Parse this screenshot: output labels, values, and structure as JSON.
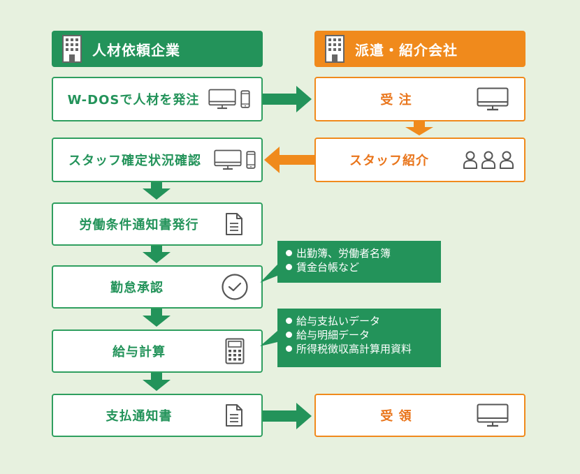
{
  "headers": {
    "client": "人材依頼企業",
    "agency": "派遣・紹介会社"
  },
  "steps": {
    "order": "W-DOSで人材を発注",
    "receive_order": "受 注",
    "staff_confirm": "スタッフ確定状況確認",
    "staff_intro": "スタッフ紹介",
    "labor_notice": "労働条件通知書発行",
    "attendance": "勤怠承認",
    "payroll": "給与計算",
    "payment_notice": "支払通知書",
    "receipt": "受 領"
  },
  "notes": {
    "attendance_items": [
      "出勤簿、労働者名簿",
      "賃金台帳など"
    ],
    "payroll_items": [
      "給与支払いデータ",
      "給与明細データ",
      "所得税徴収高計算用資料"
    ]
  },
  "colors": {
    "green": "#23935a",
    "orange": "#f08a1c",
    "background": "#e7f1df"
  },
  "icons": [
    "building-icon",
    "monitor-icon",
    "smartphone-icon",
    "people-icon",
    "document-icon",
    "clock-icon",
    "calculator-icon"
  ]
}
